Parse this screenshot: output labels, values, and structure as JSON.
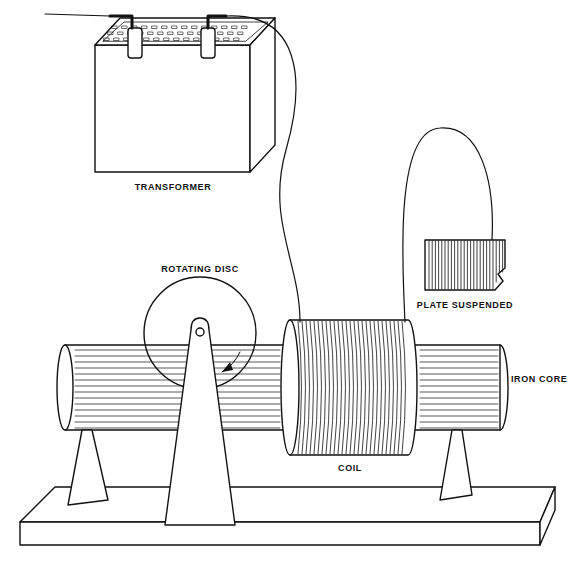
{
  "diagram": {
    "labels": [
      "TRANSFORMER",
      "ROTATING DISC",
      "PLATE SUSPENDED",
      "IRON CORE",
      "COIL"
    ]
  }
}
